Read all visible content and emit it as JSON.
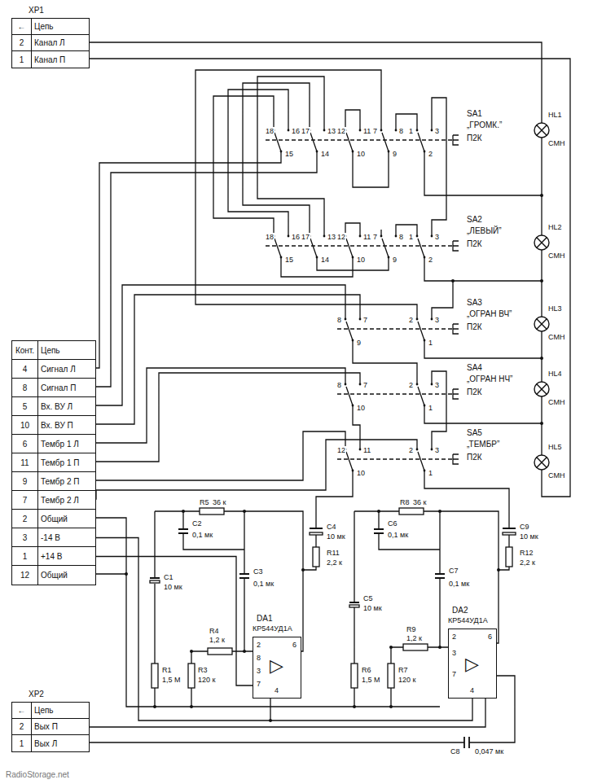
{
  "diagram": {
    "nodes": [
      {
        "text": [
          "XP1",
          "←",
          "Цепь",
          "2",
          "Канал Л",
          "1",
          "Канал П"
        ]
      },
      {
        "text": [
          "Конт.",
          "Цепь",
          "4",
          "Сигнал Л",
          "8",
          "Сигнал П",
          "5",
          "Вх. ВУ Л",
          "10",
          "Вх. ВУ П",
          "6",
          "Тембр 1 Л",
          "11",
          "Тембр 1 П",
          "9",
          "Тембр 2 П",
          "7",
          "Тембр 2 Л",
          "2",
          "Общий",
          "3",
          "-14 В",
          "1",
          "+14 В",
          "12",
          "Общий"
        ]
      },
      {
        "text": [
          "XP2",
          "←",
          "Цепь",
          "2",
          "Вых П",
          "1",
          "Вых Л"
        ]
      },
      {
        "text": [
          "DA1",
          "КР544УД1А",
          "▷",
          "2",
          "6",
          "8",
          "3",
          "7",
          "4"
        ]
      },
      {
        "text": [
          "DA2",
          "КР544УД1А",
          "▷",
          "2",
          "6",
          "3",
          "7",
          "4"
        ]
      }
    ],
    "edges": [
      {
        "from": 1,
        "to": 3,
        "arrow": "none"
      },
      {
        "from": 1,
        "to": 4,
        "arrow": "none"
      },
      {
        "from": 2,
        "to": 4,
        "arrow": "none"
      }
    ],
    "labels": [
      "SA1",
      "„ГРОМК.”",
      "П2К",
      "SA2",
      "„ЛЕВЫЙ”",
      "П2К",
      "SA3",
      "„ОГРАН ВЧ”",
      "П2К",
      "SA4",
      "„ОГРАН НЧ”",
      "П2К",
      "SA5",
      "„ТЕМБР”",
      "П2К",
      "HL1",
      "СМН",
      "HL2",
      "СМН",
      "HL3",
      "СМН",
      "HL4",
      "СМН",
      "HL5",
      "СМН",
      "18",
      "16",
      "15",
      "17",
      "13",
      "14",
      "12",
      "11",
      "10",
      "7",
      "8",
      "9",
      "1",
      "3",
      "2",
      "18",
      "16",
      "15",
      "17",
      "13",
      "14",
      "12",
      "11",
      "10",
      "7",
      "8",
      "9",
      "1",
      "3",
      "2",
      "8",
      "7",
      "9",
      "2",
      "3",
      "1",
      "8",
      "7",
      "10",
      "2",
      "3",
      "1",
      "12",
      "11",
      "10",
      "2",
      "3",
      "1",
      "C2",
      "0,1 мк",
      "R5",
      "36 к",
      "C3",
      "0,1 мк",
      "C1",
      "10 мк",
      "R4",
      "1,2 к",
      "R1",
      "1,5 М",
      "R3",
      "120 к",
      "C4",
      "10 мк",
      "R11",
      "2,2 к",
      "C6",
      "0,1 мк",
      "R8",
      "36 к",
      "C7",
      "0,1 мк",
      "C5",
      "10 мк",
      "R9",
      "1,2 к",
      "R6",
      "1,5 М",
      "R7",
      "120 к",
      "C9",
      "10 мк",
      "R12",
      "2,2 к",
      "C8",
      "0,047 мк",
      "RadioStorage.net"
    ]
  }
}
